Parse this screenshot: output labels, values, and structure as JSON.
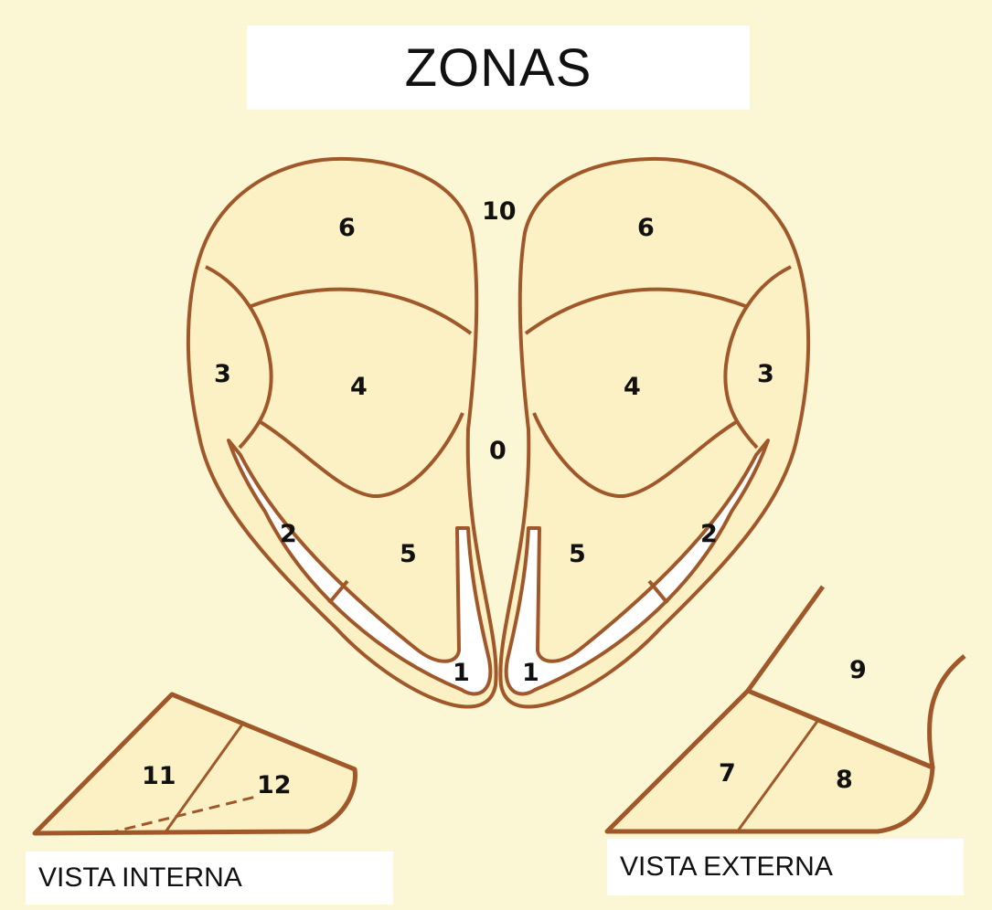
{
  "title": "ZONAS",
  "captions": {
    "interna": "VISTA INTERNA",
    "externa": "VISTA EXTERNA"
  },
  "zones": {
    "left_6": "6",
    "left_3": "3",
    "left_4": "4",
    "left_2": "2",
    "left_5": "5",
    "left_1": "1",
    "right_6": "6",
    "right_3": "3",
    "right_4": "4",
    "right_2": "2",
    "right_5": "5",
    "right_1": "1",
    "z10": "10",
    "z0": "0",
    "z11": "11",
    "z12": "12",
    "z7": "7",
    "z8": "8",
    "z9": "9"
  },
  "colors": {
    "background": "#fbf6d4",
    "outline": "#a0582a",
    "zone_fill": "#fbf1c4",
    "lining_fill": "#ffffff"
  }
}
